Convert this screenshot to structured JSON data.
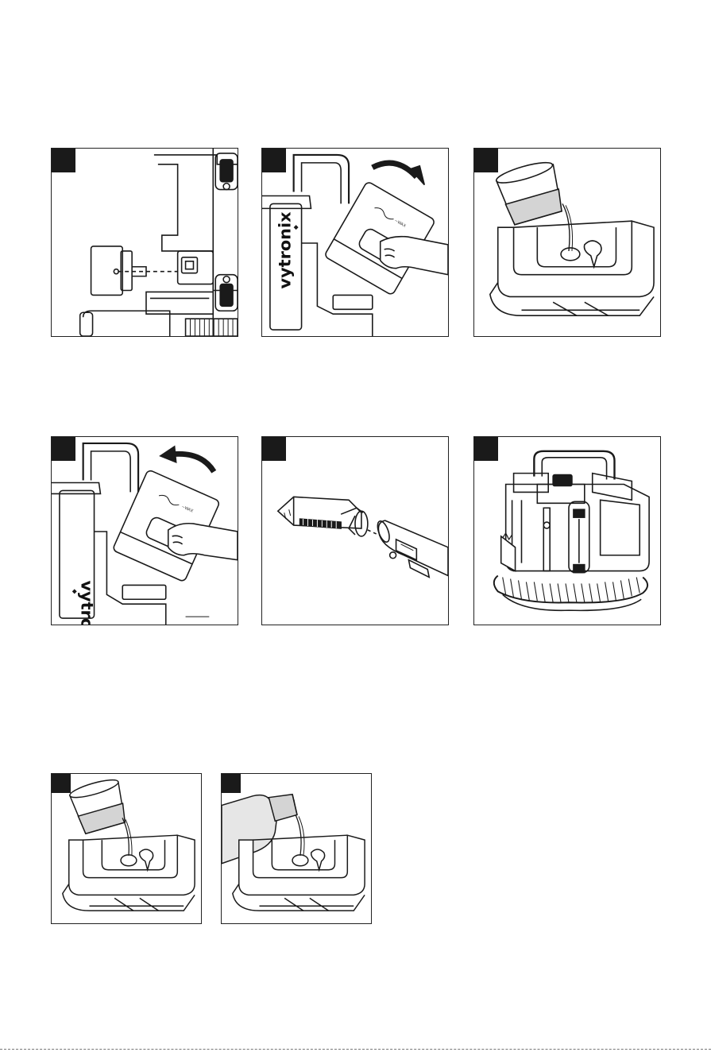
{
  "brand": {
    "name": "vytronix",
    "tank_mark": "~WAX"
  },
  "colors": {
    "stroke": "#1a1a1a",
    "liquid": "#d4d4d4",
    "bottle": "#e6e6e6",
    "badge": "#1a1a1a"
  },
  "panels": [
    {
      "id": "step-1",
      "icon": "water-tank-removal-icon"
    },
    {
      "id": "step-2",
      "icon": "lift-tank-arrow-icon"
    },
    {
      "id": "step-3",
      "icon": "pour-water-icon"
    },
    {
      "id": "step-4",
      "icon": "insert-tank-arrow-icon"
    },
    {
      "id": "step-5",
      "icon": "attach-brush-nozzle-icon"
    },
    {
      "id": "step-6",
      "icon": "assembled-cleaner-icon"
    },
    {
      "id": "step-7",
      "icon": "pour-water-icon"
    },
    {
      "id": "step-8",
      "icon": "pour-detergent-icon"
    }
  ]
}
